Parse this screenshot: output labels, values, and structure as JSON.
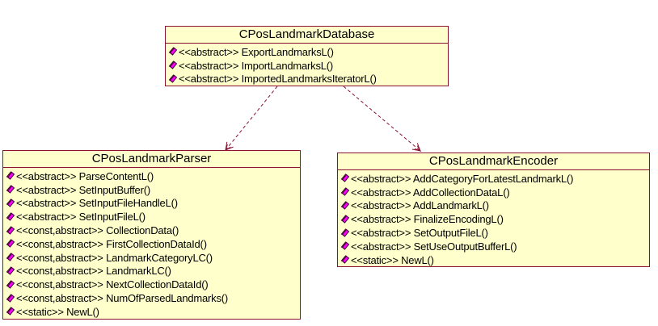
{
  "diagram": {
    "kind": "uml-class-diagram",
    "background": "#FFFFFF"
  },
  "colors": {
    "box_fill": "#FFFFCC",
    "box_border": "#8B1230",
    "line_color": "#8B1230",
    "icon_fill": "#FF00FF",
    "icon_stroke": "#3A0030",
    "text_color": "#000000",
    "page_bg": "#FFFFFF"
  },
  "icons": {
    "operation_icon": "magenta-diamond-brick"
  },
  "classes": [
    {
      "name": "CPosLandmarkDatabase",
      "methods": [
        "<<abstract>> ExportLandmarksL()",
        "<<abstract>> ImportLandmarksL()",
        "<<abstract>> ImportedLandmarksIteratorL()"
      ]
    },
    {
      "name": "CPosLandmarkParser",
      "methods": [
        "<<abstract>> ParseContentL()",
        "<<abstract>> SetInputBuffer()",
        "<<abstract>> SetInputFileHandleL()",
        "<<abstract>> SetInputFileL()",
        "<<const,abstract>> CollectionData()",
        "<<const,abstract>> FirstCollectionDataId()",
        "<<const,abstract>> LandmarkCategoryLC()",
        "<<const,abstract>> LandmarkLC()",
        "<<const,abstract>> NextCollectionDataId()",
        "<<const,abstract>> NumOfParsedLandmarks()",
        "<<static>> NewL()"
      ]
    },
    {
      "name": "CPosLandmarkEncoder",
      "methods": [
        "<<abstract>> AddCategoryForLatestLandmarkL()",
        "<<abstract>> AddCollectionDataL()",
        "<<abstract>> AddLandmarkL()",
        "<<abstract>> FinalizeEncodingL()",
        "<<abstract>> SetOutputFileL()",
        "<<abstract>> SetUseOutputBufferL()",
        "<<static>> NewL()"
      ]
    }
  ],
  "relations": [
    {
      "from": "CPosLandmarkDatabase",
      "to": "CPosLandmarkParser",
      "type": "dependency",
      "line_style": "dashed",
      "arrowhead": "open"
    },
    {
      "from": "CPosLandmarkDatabase",
      "to": "CPosLandmarkEncoder",
      "type": "dependency",
      "line_style": "dashed",
      "arrowhead": "open"
    }
  ]
}
